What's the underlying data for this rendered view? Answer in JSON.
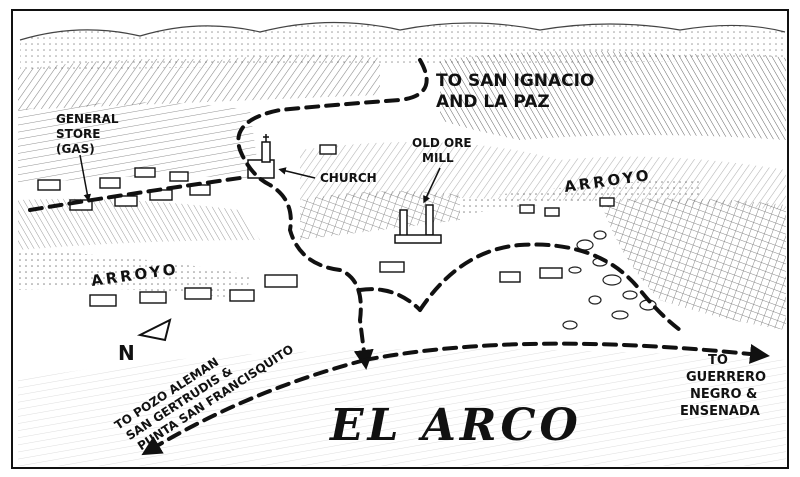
{
  "map": {
    "title": "EL ARCO",
    "labels": {
      "to_san_ignacio": [
        "TO SAN IGNACIO",
        "AND LA PAZ"
      ],
      "general_store": [
        "GENERAL",
        "STORE",
        "(GAS)"
      ],
      "church": "CHURCH",
      "ore_mill": [
        "OLD ORE",
        "MILL"
      ],
      "arroyo_right": "ARROYO",
      "arroyo_left": "ARROYO",
      "to_guerrero": [
        "TO",
        "GUERRERO",
        "NEGRO &",
        "ENSENADA"
      ],
      "to_pozo": [
        "TO POZO ALEMAN",
        "SAN GERTRUDIS &",
        "PUNTA SAN FRANCISQUITO"
      ],
      "north": "N"
    },
    "colors": {
      "ink": "#111111",
      "paper": "#ffffff"
    }
  }
}
